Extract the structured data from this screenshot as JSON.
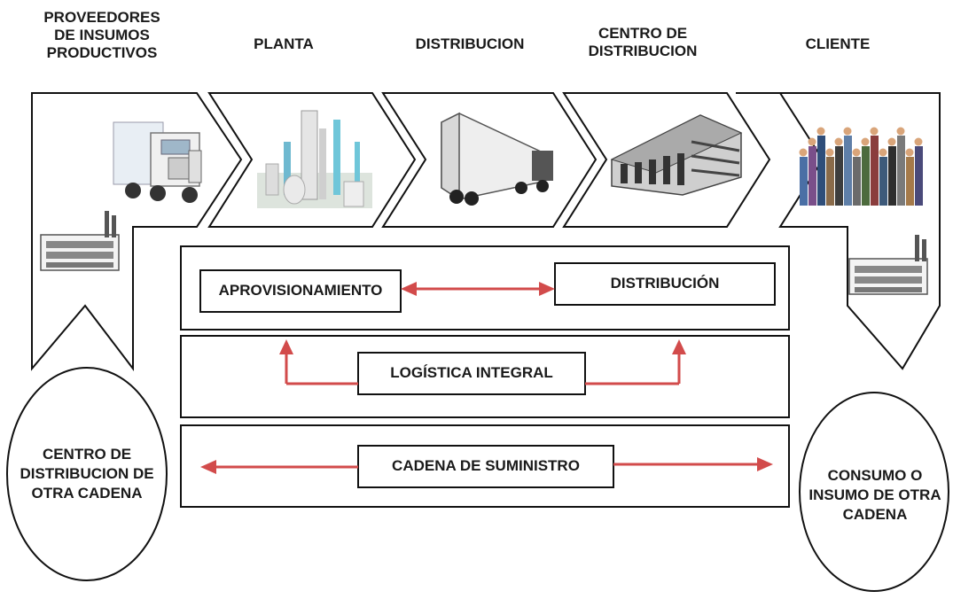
{
  "stages": [
    {
      "id": "proveedores",
      "title": "PROVEEDORES\nDE INSUMOS\nPRODUCTIVOS",
      "icon": "truck-icon"
    },
    {
      "id": "planta",
      "title": "PLANTA",
      "icon": "plant-icon"
    },
    {
      "id": "distribucion",
      "title": "DISTRIBUCION",
      "icon": "trailer-icon"
    },
    {
      "id": "centro",
      "title": "CENTRO DE\nDISTRIBUCION",
      "icon": "warehouse-icon"
    },
    {
      "id": "cliente",
      "title": "CLIENTE",
      "icon": "people-icon"
    }
  ],
  "boxes": {
    "aprovisionamiento": "APROVISIONAMIENTO",
    "distribucion": "DISTRIBUCIÓN",
    "logistica": "LOGÍSTICA INTEGRAL",
    "cadena": "CADENA DE SUMINISTRO"
  },
  "ellipses": {
    "left": "CENTRO DE\nDISTRIBUCION DE\nOTRA CADENA",
    "right": "CONSUMO O\nINSUMO DE OTRA\nCADENA"
  },
  "colors": {
    "arrow": "#d24b4b",
    "stroke": "#111111",
    "factory": "#555555"
  }
}
